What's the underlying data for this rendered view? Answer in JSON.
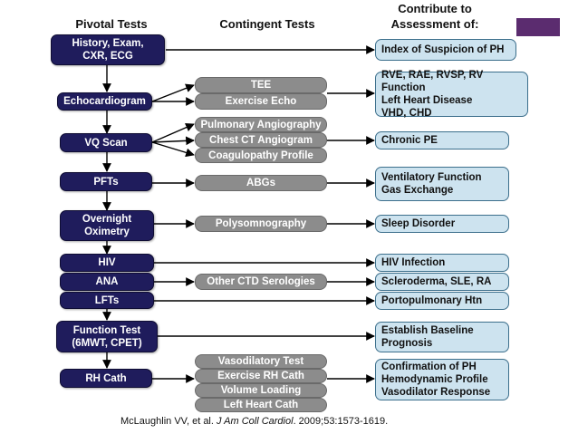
{
  "headers": {
    "pivotal": "Pivotal Tests",
    "contingent": "Contingent Tests",
    "contribute_line1": "Contribute to",
    "contribute_line2": "Assessment of:"
  },
  "pivotal": {
    "history": [
      "History, Exam,",
      "CXR, ECG"
    ],
    "echo": "Echocardiogram",
    "vq": "VQ Scan",
    "pfts": "PFTs",
    "overnight": [
      "Overnight",
      "Oximetry"
    ],
    "hiv": "HIV",
    "ana": "ANA",
    "lfts": "LFTs",
    "function": [
      "Function Test",
      "(6MWT, CPET)"
    ],
    "rhcath": "RH Cath"
  },
  "contingent": {
    "tee": "TEE",
    "exercise_echo": "Exercise Echo",
    "pulm_angio": "Pulmonary Angiography",
    "chest_ct": "Chest CT Angiogram",
    "coag": "Coagulopathy Profile",
    "abgs": "ABGs",
    "polysom": "Polysomnography",
    "ctd": "Other CTD Serologies",
    "vasodilatory": "Vasodilatory Test",
    "exercise_rh": "Exercise RH Cath",
    "volume": "Volume Loading",
    "left_heart": "Left Heart Cath"
  },
  "outcomes": {
    "index": "Index of Suspicion of PH",
    "rve": [
      "RVE, RAE, RVSP, RV Function",
      "Left Heart Disease",
      "VHD, CHD"
    ],
    "chronic_pe": "Chronic PE",
    "ventilatory": [
      "Ventilatory Function",
      "Gas Exchange"
    ],
    "sleep": "Sleep Disorder",
    "hiv_inf": "HIV Infection",
    "sclero": "Scleroderma, SLE, RA",
    "porto": "Portopulmonary Htn",
    "baseline": [
      "Establish Baseline",
      "Prognosis"
    ],
    "confirm": [
      "Confirmation of PH",
      "Hemodynamic Profile",
      "Vasodilator Response"
    ]
  },
  "citation": {
    "authors": "McLaughlin VV, et al. ",
    "journal": "J Am Coll Cardiol",
    "rest": ". 2009;53:1573-1619."
  },
  "colors": {
    "pivotal_fill": "#1f1c5c",
    "contingent_fill": "#8c8c8c",
    "outcome_fill": "#cde3ef",
    "outcome_border": "#3c6f8c",
    "accent_square": "#5b2c6f"
  }
}
